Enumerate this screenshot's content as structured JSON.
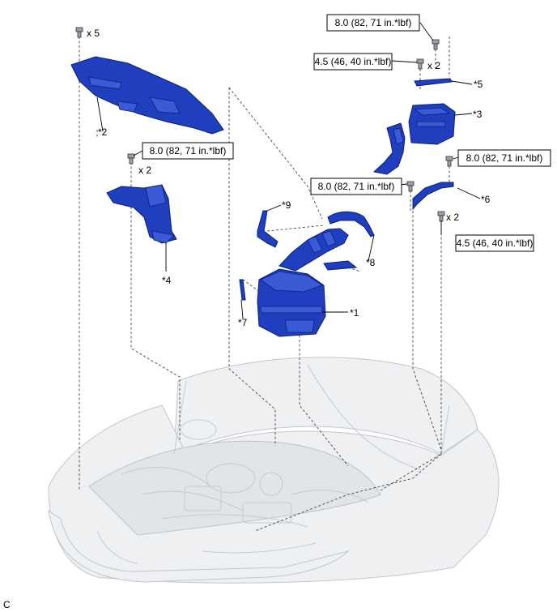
{
  "figure_code": "C",
  "torque": {
    "t1": "8.0 (82, 71 in.*lbf)",
    "t2": "4.5 (46, 40 in.*lbf)",
    "t3": "8.0 (82, 71 in.*lbf)",
    "t4": "8.0 (82, 71 in.*lbf)",
    "t5": "8.0 (82, 71 in.*lbf)",
    "t6": "4.5 (46, 40 in.*lbf)"
  },
  "qty": {
    "q1": "x 5",
    "q2": "x 2",
    "q3": "x 2",
    "q4": "x 2"
  },
  "parts": {
    "p1": "*1",
    "p2": "*2",
    "p3": "*3",
    "p4": "*4",
    "p5": "*5",
    "p6": "*6",
    "p7": "*7",
    "p8": "*8",
    "p9": "*9"
  },
  "colors": {
    "part_fill": "#1f3fbf",
    "vehicle_ghost": "#eef0f2"
  }
}
